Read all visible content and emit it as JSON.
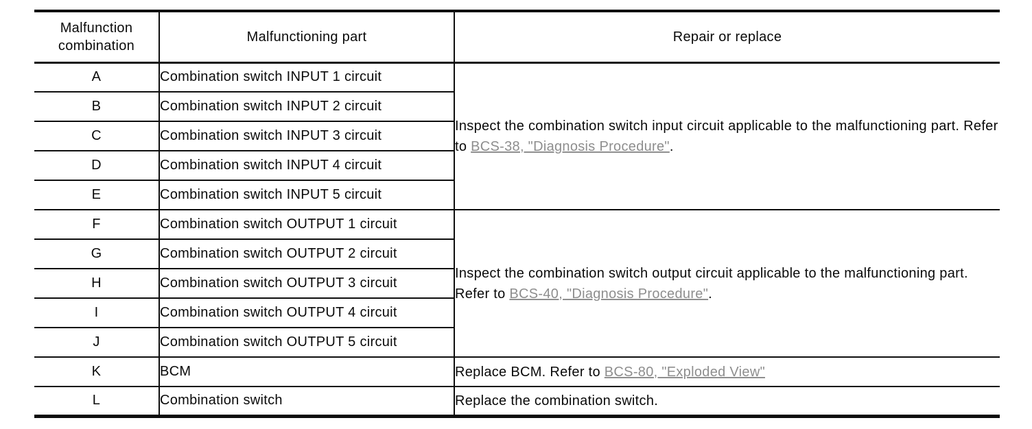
{
  "table": {
    "headers": [
      {
        "label": "Malfunction combination"
      },
      {
        "label": "Malfunctioning part"
      },
      {
        "label": "Repair or replace"
      }
    ],
    "rows": [
      {
        "combo": "A",
        "part": "Combination switch INPUT 1 circuit"
      },
      {
        "combo": "B",
        "part": "Combination switch INPUT 2 circuit"
      },
      {
        "combo": "C",
        "part": "Combination switch INPUT 3 circuit"
      },
      {
        "combo": "D",
        "part": "Combination switch INPUT 4 circuit"
      },
      {
        "combo": "E",
        "part": "Combination switch INPUT 5 circuit"
      },
      {
        "combo": "F",
        "part": "Combination switch OUTPUT 1 circuit"
      },
      {
        "combo": "G",
        "part": "Combination switch OUTPUT 2 circuit"
      },
      {
        "combo": "H",
        "part": "Combination switch OUTPUT 3 circuit"
      },
      {
        "combo": "I",
        "part": "Combination switch OUTPUT 4 circuit"
      },
      {
        "combo": "J",
        "part": "Combination switch OUTPUT 5 circuit"
      },
      {
        "combo": "K",
        "part": "BCM"
      },
      {
        "combo": "L",
        "part": "Combination switch"
      }
    ],
    "repairs": {
      "input": {
        "before": "Inspect the combination switch input circuit applicable to the malfunctioning part. Refer to ",
        "link": "BCS-38, \"Diagnosis Procedure\"",
        "after": "."
      },
      "output": {
        "before": "Inspect the combination switch output circuit applicable to the malfunctioning part. Refer to ",
        "link": "BCS-40, \"Diagnosis Procedure\"",
        "after": "."
      },
      "bcm": {
        "before": "Replace BCM. Refer to ",
        "link": "BCS-80, \"Exploded View\"",
        "after": ""
      },
      "switch": {
        "text": "Replace the combination switch."
      }
    },
    "link_color": "#8e8e8e",
    "border_color": "#0d0d0d"
  }
}
